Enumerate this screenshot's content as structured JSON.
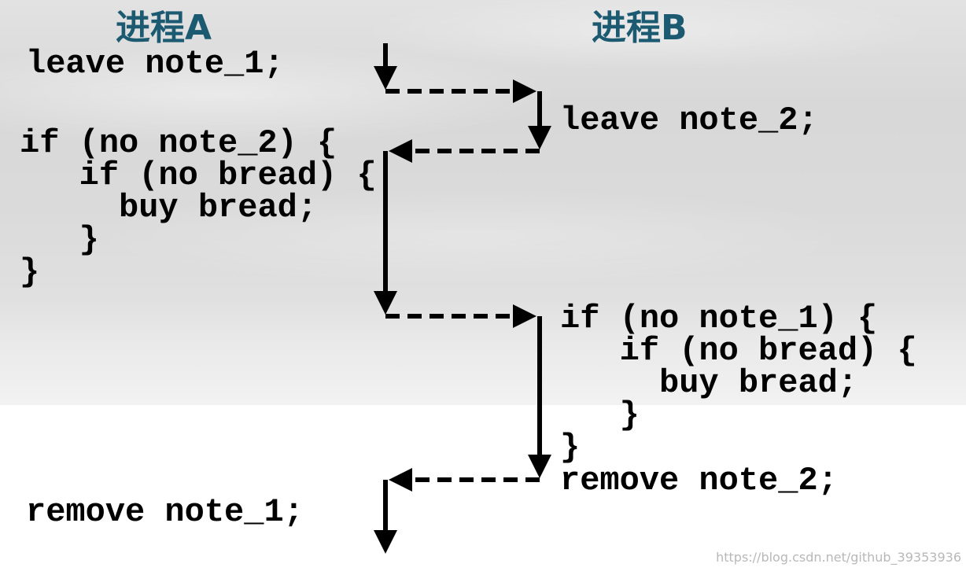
{
  "titles": {
    "process_a": "进程A",
    "process_b": "进程B"
  },
  "process_a": {
    "leave_note": "leave note_1;",
    "check_lines": [
      "if (no note_2) {",
      "   if (no bread) {",
      "     buy bread;",
      "   }",
      "}"
    ],
    "remove_note": "remove note_1;"
  },
  "process_b": {
    "leave_note": "leave note_2;",
    "check_lines": [
      "if (no note_1) {",
      "   if (no bread) {",
      "     buy bread;",
      "   }",
      "}"
    ],
    "remove_note": "remove note_2;"
  },
  "watermark": "https://blog.csdn.net/github_39353936"
}
